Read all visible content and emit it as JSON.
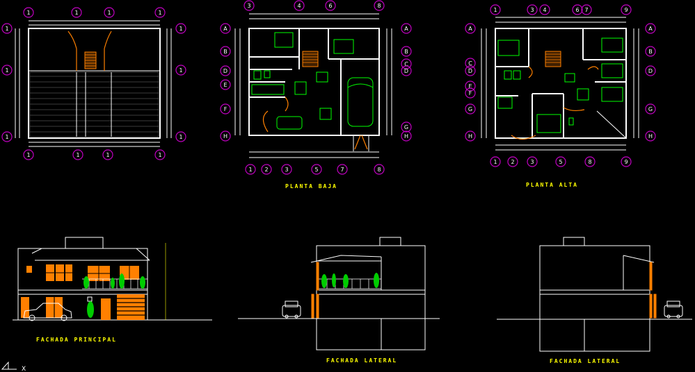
{
  "drawing": {
    "titles": {
      "planta_baja": "PLANTA BAJA",
      "planta_alta": "PLANTA ALTA",
      "fachada_principal": "FACHADA PRINCIPAL",
      "fachada_lateral_1": "FACHADA LATERAL",
      "fachada_lateral_2": "FACHADA LATERAL"
    },
    "colors": {
      "background": "#000000",
      "linework": "#ffffff",
      "furniture": "#00ff00",
      "doors_stairs": "#ff8000",
      "grid_bubbles": "#c000c0",
      "titles": "#ffff00"
    },
    "roof_plan": {
      "top_bubbles": [
        "1",
        "1",
        "1",
        "1"
      ],
      "bottom_bubbles": [
        "1",
        "1",
        "1",
        "1"
      ],
      "left_bubbles": [
        "1",
        "1",
        "1"
      ],
      "right_bubbles": [
        "1",
        "1",
        "1"
      ]
    },
    "ground_plan": {
      "top_bubbles": [
        "3",
        "4",
        "6",
        "8"
      ],
      "bottom_bubbles": [
        "1",
        "2",
        "3",
        "5",
        "7",
        "8"
      ],
      "left_bubbles": [
        "A",
        "B",
        "D",
        "E",
        "F",
        "H"
      ],
      "right_bubbles": [
        "A",
        "B",
        "C",
        "D",
        "G",
        "H"
      ]
    },
    "upper_plan": {
      "top_bubbles": [
        "1",
        "3",
        "4",
        "6",
        "7",
        "9"
      ],
      "bottom_bubbles": [
        "1",
        "2",
        "3",
        "5",
        "8",
        "9"
      ],
      "left_bubbles": [
        "A",
        "C",
        "D",
        "E",
        "F",
        "G",
        "H"
      ],
      "right_bubbles": [
        "A",
        "B",
        "D",
        "G",
        "H"
      ]
    },
    "ucs_icon": "ucs-axis-icon",
    "ucs_label": "X"
  }
}
